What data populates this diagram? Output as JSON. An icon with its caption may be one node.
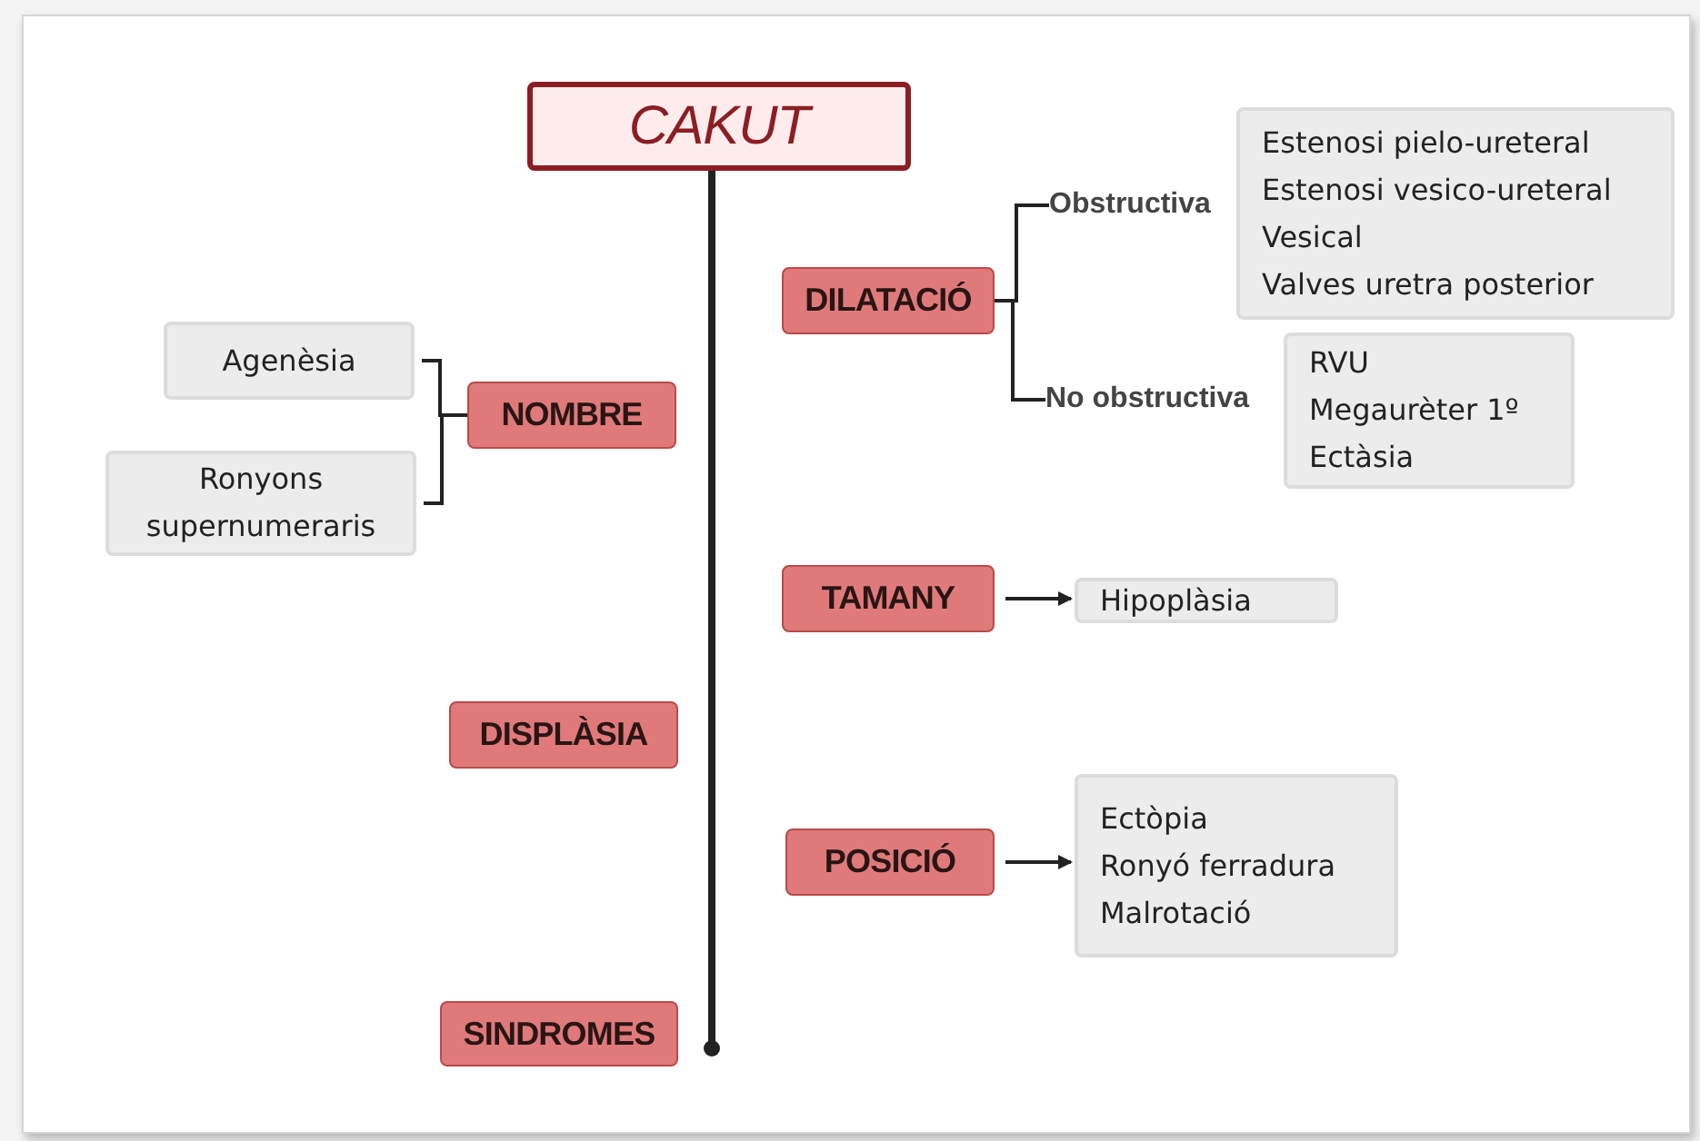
{
  "diagram": {
    "nodes": [
      {
        "text": [
          "CAKUT"
        ]
      },
      {
        "text": [
          "DILATACIÓ"
        ]
      },
      {
        "text": [
          "Obstructiva"
        ]
      },
      {
        "text": [
          "Estenosi pielo-ureteral",
          "Estenosi vesico-ureteral",
          "Vesical",
          "Valves uretra posterior"
        ]
      },
      {
        "text": [
          "Agenèsia"
        ]
      },
      {
        "text": [
          "NOMBRE"
        ]
      },
      {
        "text": [
          "No obstructiva"
        ]
      },
      {
        "text": [
          "RVU",
          "Megaurèter 1º",
          "Ectàsia"
        ]
      },
      {
        "text": [
          "Ronyons supernumeraris"
        ]
      },
      {
        "text": [
          "TAMANY"
        ]
      },
      {
        "text": [
          "Hipoplàsia"
        ]
      },
      {
        "text": [
          "DISPLÀSIA"
        ]
      },
      {
        "text": [
          "POSICIÓ"
        ]
      },
      {
        "text": [
          "Ectòpia",
          "Ronyó ferradura",
          "Malrotació"
        ]
      },
      {
        "text": [
          "SINDROMES"
        ]
      }
    ],
    "edges": [
      {
        "from": 0,
        "to": 14,
        "arrow": "other",
        "style": "thick"
      },
      {
        "from": 1,
        "to": 2,
        "arrow": "none"
      },
      {
        "from": 1,
        "to": 6,
        "arrow": "none"
      },
      {
        "from": 4,
        "to": 5,
        "arrow": "none"
      },
      {
        "from": 8,
        "to": 5,
        "arrow": "none"
      },
      {
        "from": 9,
        "to": 10,
        "arrow": "to"
      },
      {
        "from": 12,
        "to": 13,
        "arrow": "to"
      }
    ]
  }
}
